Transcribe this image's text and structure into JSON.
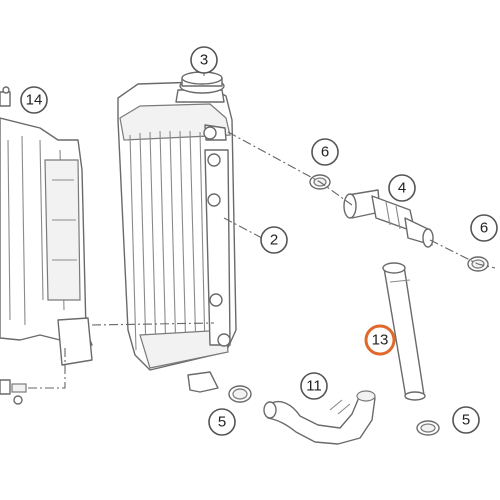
{
  "diagram": {
    "callouts": [
      {
        "id": "c14",
        "label": "14",
        "highlight": false
      },
      {
        "id": "c3",
        "label": "3",
        "highlight": false
      },
      {
        "id": "c6a",
        "label": "6",
        "highlight": false
      },
      {
        "id": "c4",
        "label": "4",
        "highlight": false
      },
      {
        "id": "c2",
        "label": "2",
        "highlight": false
      },
      {
        "id": "c6b",
        "label": "6",
        "highlight": false
      },
      {
        "id": "c13",
        "label": "13",
        "highlight": true
      },
      {
        "id": "c11",
        "label": "11",
        "highlight": false
      },
      {
        "id": "c5a",
        "label": "5",
        "highlight": false
      },
      {
        "id": "c5b",
        "label": "5",
        "highlight": false
      }
    ],
    "highlight_color": "#e0682a"
  }
}
